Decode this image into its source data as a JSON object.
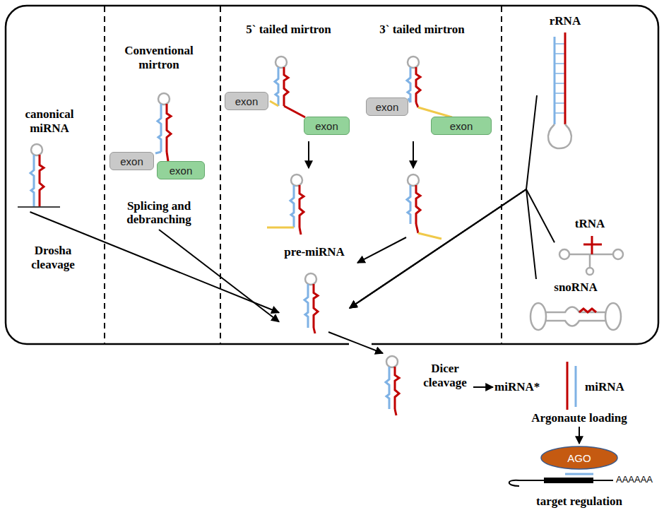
{
  "diagram": {
    "nodes": [
      {
        "text": [
          "canonical miRNA"
        ]
      },
      {
        "text": [
          "Conventional mirtron",
          "Splicing and debranching"
        ]
      },
      {
        "text": [
          "exon"
        ],
        "in": 1
      },
      {
        "text": [
          "exon"
        ],
        "in": 1
      },
      {
        "text": [
          "5` tailed mirtron"
        ]
      },
      {
        "text": [
          "exon"
        ],
        "in": 4
      },
      {
        "text": [
          "exon"
        ],
        "in": 4
      },
      {
        "text": [
          "3` tailed mirtron"
        ]
      },
      {
        "text": [
          "exon"
        ],
        "in": 7
      },
      {
        "text": [
          "exon"
        ],
        "in": 7
      },
      {
        "text": [
          "rRNA"
        ]
      },
      {
        "text": [
          "tRNA"
        ]
      },
      {
        "text": [
          "snoRNA"
        ]
      },
      {
        "text": [
          "pre-miRNA"
        ]
      },
      {
        "text": [
          "AGO"
        ]
      }
    ],
    "edges": [
      {
        "from": 0,
        "to": 13,
        "arrow": "to"
      },
      {
        "from": 1,
        "to": 13,
        "arrow": "to"
      },
      {
        "from": 10,
        "to": 13,
        "arrow": "to"
      },
      {
        "from": 11,
        "to": 13,
        "arrow": "to"
      },
      {
        "from": 12,
        "to": 13,
        "arrow": "to"
      }
    ],
    "labels": [
      "Drosha cleavage",
      "Dicer cleavage",
      "miRNA*",
      "miRNA",
      "Argonaute loading",
      "AAAAAA",
      "target regulation"
    ]
  }
}
